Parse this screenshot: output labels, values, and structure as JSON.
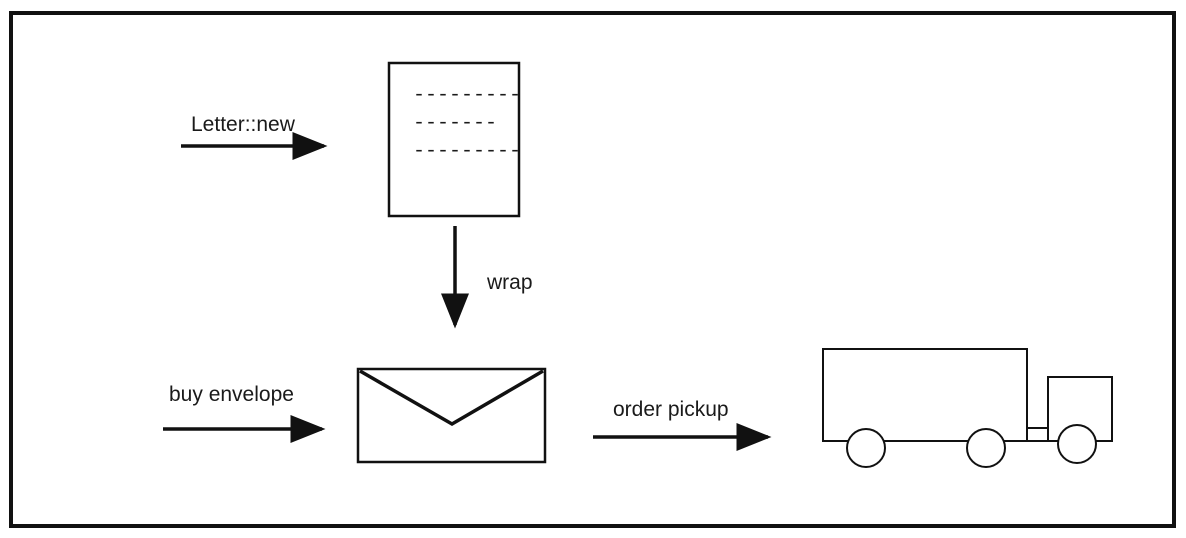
{
  "labels": {
    "letter_new": "Letter::new",
    "wrap": "wrap",
    "buy_envelope": "buy envelope",
    "order_pickup": "order pickup"
  },
  "document_lines": [
    "---------",
    "-------",
    "---------"
  ],
  "colors": {
    "stroke": "#111111",
    "background": "#ffffff",
    "text": "#1a1a1a"
  },
  "icons": {
    "letter": "document-icon",
    "envelope": "envelope-icon",
    "truck": "truck-icon"
  }
}
